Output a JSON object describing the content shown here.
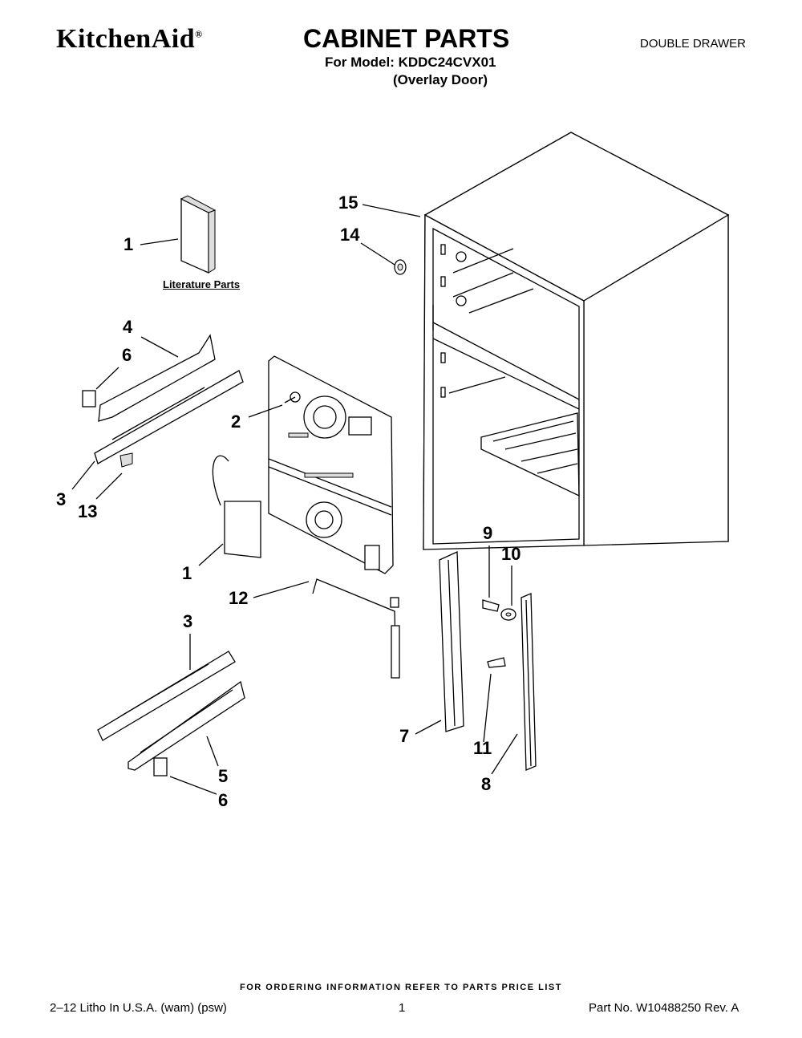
{
  "header": {
    "brand": "KitchenAid",
    "brand_mark": "®",
    "title": "CABINET PARTS",
    "model_line": "For Model: KDDC24CVX01",
    "door_line": "(Overlay Door)",
    "variant": "DOUBLE DRAWER"
  },
  "diagram": {
    "literature_label": "Literature Parts",
    "callouts": {
      "c1a": "1",
      "c1b": "1",
      "c2": "2",
      "c3a": "3",
      "c3b": "3",
      "c4": "4",
      "c5": "5",
      "c6a": "6",
      "c6b": "6",
      "c7": "7",
      "c8": "8",
      "c9": "9",
      "c10": "10",
      "c11": "11",
      "c12": "12",
      "c13": "13",
      "c14": "14",
      "c15": "15"
    }
  },
  "footer": {
    "ordering_note": "FOR ORDERING INFORMATION REFER TO PARTS PRICE LIST",
    "litho": "2–12 Litho In U.S.A. (wam) (psw)",
    "page": "1",
    "part_no": "Part No. W10488250 Rev. A"
  }
}
